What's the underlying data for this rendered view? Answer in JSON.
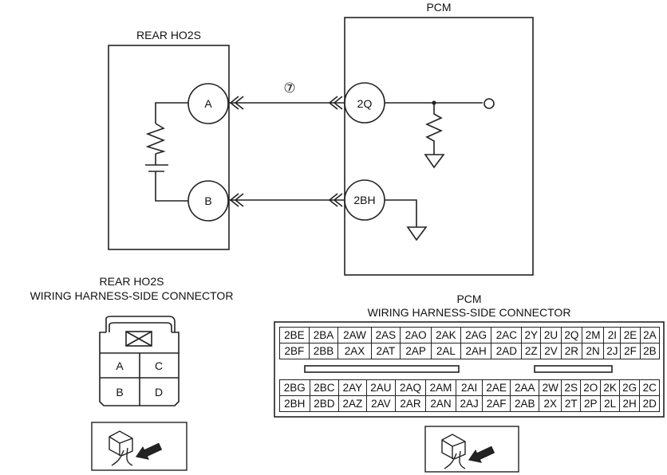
{
  "schematic": {
    "rear_ho2s": {
      "title": "REAR HO2S",
      "terminals": [
        "A",
        "B"
      ]
    },
    "pcm": {
      "title": "PCM",
      "terminals": [
        "2Q",
        "2BH"
      ]
    },
    "wire_number": "⑦"
  },
  "ho2s_connector": {
    "title_line1": "REAR HO2S",
    "title_line2": "WIRING HARNESS-SIDE CONNECTOR",
    "pins": [
      [
        "A",
        "C"
      ],
      [
        "B",
        "D"
      ]
    ]
  },
  "pcm_connector": {
    "title_line1": "PCM",
    "title_line2": "WIRING HARNESS-SIDE CONNECTOR",
    "upper_block": [
      [
        "2BE",
        "2BA",
        "2AW",
        "2AS",
        "2AO",
        "2AK",
        "2AG",
        "2AC",
        "2Y",
        "2U",
        "2Q",
        "2M",
        "2I",
        "2E",
        "2A"
      ],
      [
        "2BF",
        "2BB",
        "2AX",
        "2AT",
        "2AP",
        "2AL",
        "2AH",
        "2AD",
        "2Z",
        "2V",
        "2R",
        "2N",
        "2J",
        "2F",
        "2B"
      ]
    ],
    "lower_block": [
      [
        "2BG",
        "2BC",
        "2AY",
        "2AU",
        "2AQ",
        "2AM",
        "2AI",
        "2AE",
        "2AA",
        "2W",
        "2S",
        "2O",
        "2K",
        "2G",
        "2C"
      ],
      [
        "2BH",
        "2BD",
        "2AZ",
        "2AV",
        "2AR",
        "2AN",
        "2AJ",
        "2AF",
        "2AB",
        "2X",
        "2T",
        "2P",
        "2L",
        "2H",
        "2D"
      ]
    ]
  }
}
